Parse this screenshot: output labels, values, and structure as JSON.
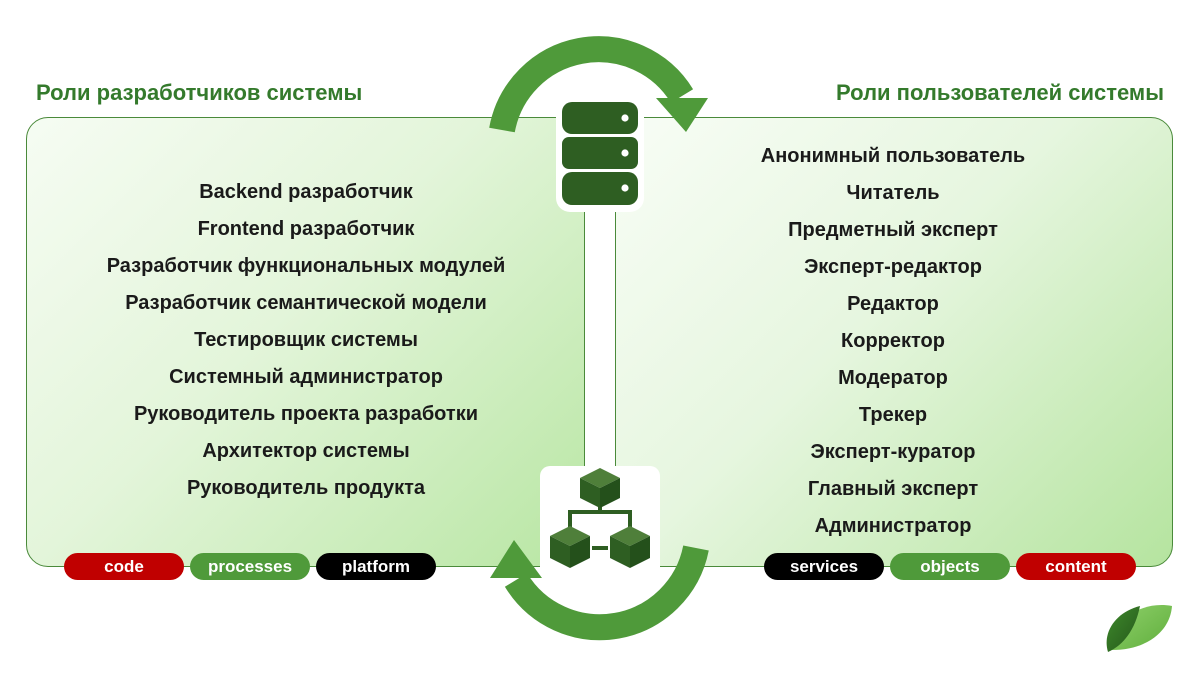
{
  "left_section": {
    "title": "Роли разработчиков системы",
    "roles": [
      "Backend разработчик",
      "Frontend разработчик",
      "Разработчик функциональных модулей",
      "Разработчик семантической модели",
      "Тестировщик системы",
      "Системный администратор",
      "Руководитель проекта разработки",
      "Архитектор системы",
      "Руководитель продукта"
    ],
    "tags": [
      {
        "label": "code",
        "color": "#c00000"
      },
      {
        "label": "processes",
        "color": "#4f9a3a"
      },
      {
        "label": "platform",
        "color": "#000000"
      }
    ]
  },
  "right_section": {
    "title": "Роли пользователей системы",
    "roles": [
      "Анонимный пользователь",
      "Читатель",
      "Предметный эксперт",
      "Эксперт-редактор",
      "Редактор",
      "Корректор",
      "Модератор",
      "Трекер",
      "Эксперт-куратор",
      "Главный эксперт",
      "Администратор"
    ],
    "tags": [
      {
        "label": "services",
        "color": "#000000"
      },
      {
        "label": "objects",
        "color": "#4f9a3a"
      },
      {
        "label": "content",
        "color": "#c00000"
      }
    ]
  },
  "icons": {
    "top": "database-icon",
    "bottom": "cubes-network-icon",
    "cycle": "cycle-arrows",
    "logo": "leaf-logo"
  },
  "colors": {
    "accent_green": "#4f9a3a",
    "dark_green": "#2e5e22",
    "title_green": "#347a2c",
    "red": "#c00000",
    "black": "#000000"
  }
}
